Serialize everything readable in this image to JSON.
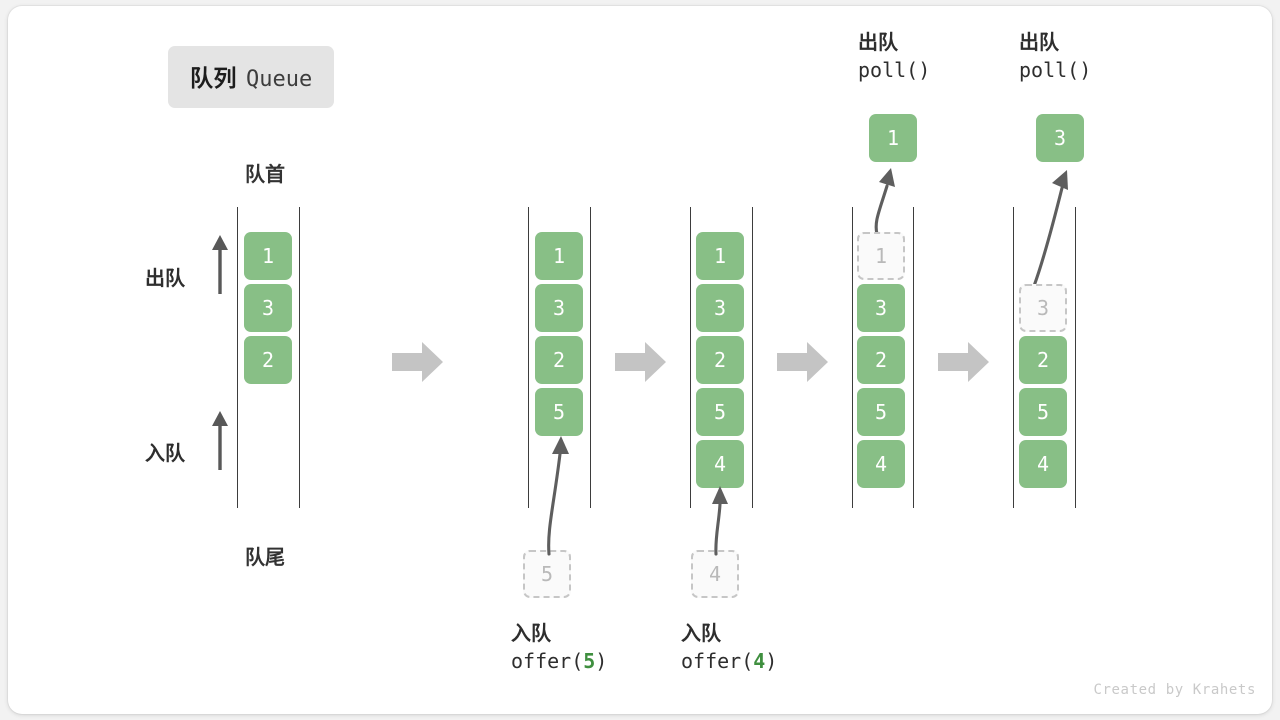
{
  "title": {
    "cn": "队列",
    "en": "Queue"
  },
  "labels": {
    "front": "队首",
    "rear": "队尾",
    "dequeue": "出队",
    "enqueue": "入队"
  },
  "colors": {
    "cell_fill": "#88bf86",
    "cell_text": "#ffffff",
    "ghost_border": "#c6c6c6",
    "ghost_text": "#b9b9b9",
    "rail": "#3d3d3d",
    "step_arrow": "#c4c4c4",
    "code_accent": "#3f8f3f",
    "chip_bg": "#e4e4e4"
  },
  "columns": [
    {
      "id": "initial",
      "cells": [
        {
          "value": "1",
          "state": "filled"
        },
        {
          "value": "3",
          "state": "filled"
        },
        {
          "value": "2",
          "state": "filled"
        }
      ],
      "caption": null,
      "top_caption": null,
      "incoming": null,
      "popped": null
    },
    {
      "id": "offer-5",
      "cells": [
        {
          "value": "1",
          "state": "filled"
        },
        {
          "value": "3",
          "state": "filled"
        },
        {
          "value": "2",
          "state": "filled"
        },
        {
          "value": "5",
          "state": "filled"
        }
      ],
      "caption": {
        "cn": "入队",
        "code_prefix": "offer(",
        "code_num": "5",
        "code_suffix": ")"
      },
      "top_caption": null,
      "incoming": {
        "value": "5",
        "state": "ghost"
      },
      "popped": null
    },
    {
      "id": "offer-4",
      "cells": [
        {
          "value": "1",
          "state": "filled"
        },
        {
          "value": "3",
          "state": "filled"
        },
        {
          "value": "2",
          "state": "filled"
        },
        {
          "value": "5",
          "state": "filled"
        },
        {
          "value": "4",
          "state": "filled"
        }
      ],
      "caption": {
        "cn": "入队",
        "code_prefix": "offer(",
        "code_num": "4",
        "code_suffix": ")"
      },
      "top_caption": null,
      "incoming": {
        "value": "4",
        "state": "ghost"
      },
      "popped": null
    },
    {
      "id": "poll-1",
      "cells": [
        {
          "value": "1",
          "state": "ghost"
        },
        {
          "value": "3",
          "state": "filled"
        },
        {
          "value": "2",
          "state": "filled"
        },
        {
          "value": "5",
          "state": "filled"
        },
        {
          "value": "4",
          "state": "filled"
        }
      ],
      "caption": null,
      "top_caption": {
        "cn": "出队",
        "code": "poll()"
      },
      "incoming": null,
      "popped": {
        "value": "1",
        "state": "popped"
      }
    },
    {
      "id": "poll-3",
      "cells": [
        {
          "value": "",
          "state": "empty"
        },
        {
          "value": "3",
          "state": "ghost"
        },
        {
          "value": "2",
          "state": "filled"
        },
        {
          "value": "5",
          "state": "filled"
        },
        {
          "value": "4",
          "state": "filled"
        }
      ],
      "caption": null,
      "top_caption": {
        "cn": "出队",
        "code": "poll()"
      },
      "incoming": null,
      "popped": {
        "value": "3",
        "state": "popped"
      }
    }
  ],
  "watermark": "Created by Krahets"
}
